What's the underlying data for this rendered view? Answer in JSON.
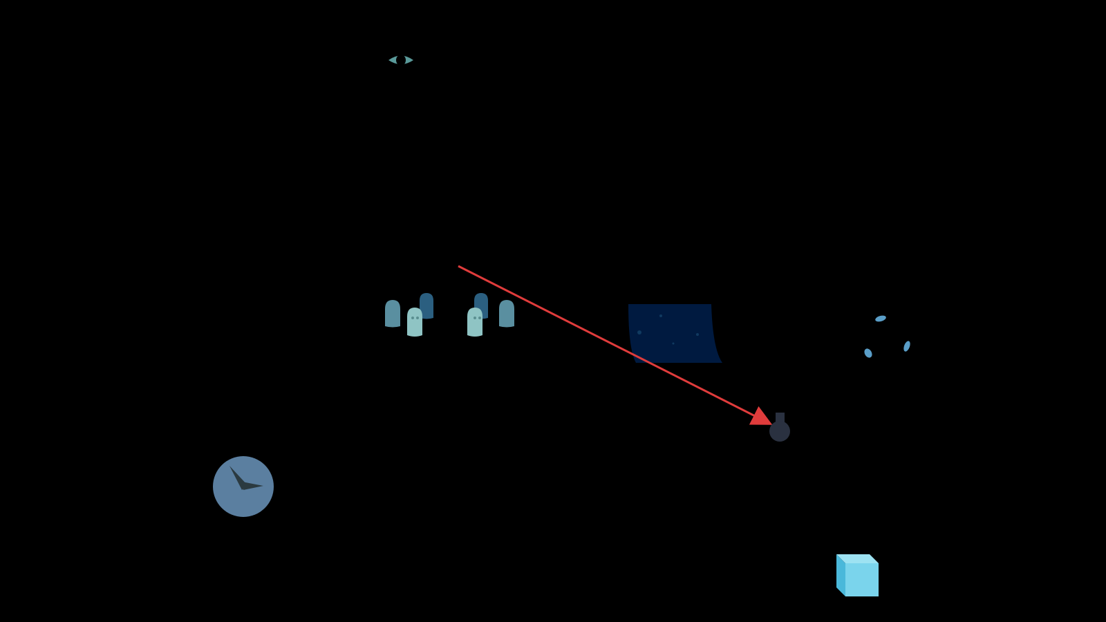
{
  "scene": {
    "background": "#000000",
    "objects": [
      {
        "id": "eye",
        "icon": "eye-icon",
        "kind": "decorative",
        "colors": {
          "iris": "#5a9a9a",
          "pupil": "#000000"
        }
      },
      {
        "id": "ghost-group",
        "icon": "ghost-group-icon",
        "kind": "item",
        "count": 6,
        "colors": {
          "light": "#8fc4c4",
          "mid": "#5a8fa0",
          "dark": "#2b5f80"
        }
      },
      {
        "id": "night-sky-banner",
        "icon": "starry-banner-icon",
        "kind": "item",
        "colors": {
          "fill": "#001a40",
          "stars": "#103a60"
        }
      },
      {
        "id": "potion-flask",
        "icon": "dark-flask-icon",
        "kind": "item",
        "colors": {
          "fill": "#2a3140"
        }
      },
      {
        "id": "water-drops",
        "icon": "droplets-icon",
        "kind": "item",
        "count": 3,
        "colors": {
          "fill": "#5a9ec8"
        }
      },
      {
        "id": "clock",
        "icon": "clock-icon",
        "kind": "item",
        "colors": {
          "face": "#5b7fa0",
          "hands": "#2b3a40"
        }
      },
      {
        "id": "ice-cube",
        "icon": "cube-icon",
        "kind": "item",
        "colors": {
          "front": "#7ad4ec",
          "top": "#9de2f2",
          "side": "#4ab8da"
        }
      }
    ],
    "pointer_arrow": {
      "icon": "arrow-icon",
      "color": "#e03c3c",
      "from_object": "ghost-group",
      "to_object": "potion-flask"
    }
  }
}
